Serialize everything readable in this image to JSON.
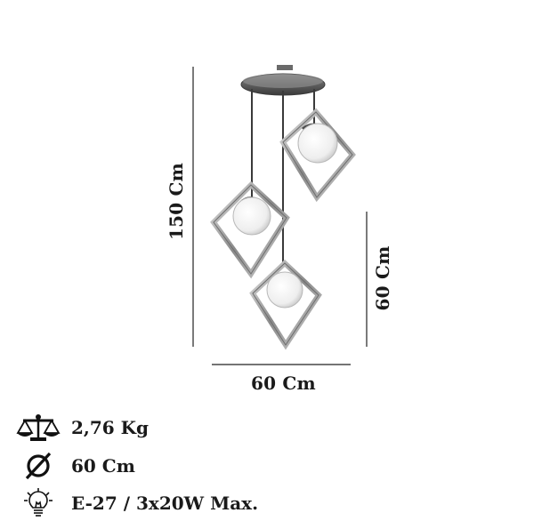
{
  "dimensions": {
    "height_label": "150 Cm",
    "width_label": "60 Cm",
    "depth_label": "60 Cm"
  },
  "specs": [
    {
      "icon": "scale-icon",
      "text": "2,76 Kg"
    },
    {
      "icon": "diameter-icon",
      "text": "60 Cm"
    },
    {
      "icon": "bulb-icon",
      "text": "E-27 / 3x20W Max."
    }
  ]
}
